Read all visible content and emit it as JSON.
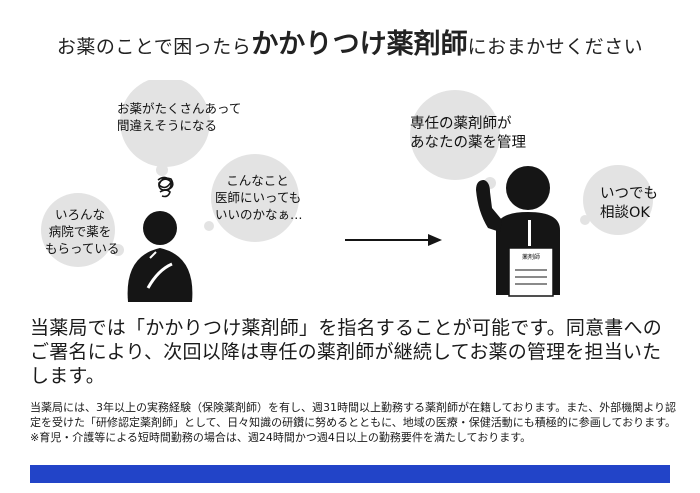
{
  "header": {
    "title_pre": "お薬のことで困ったら",
    "title_em": "かかりつけ薬剤師",
    "title_post": "におまかせください"
  },
  "bubbles": {
    "many_meds": "お薬がたくさんあって\n間違えそうになる",
    "multi_hospital": "いろんな\n病院で薬を\nもらっている",
    "ask_doctor": "こんなこと\n医師にいっても\nいいのかなぁ…",
    "dedicated": "専任の薬剤師が\nあなたの薬を管理",
    "anytime": "いつでも\n相談OK"
  },
  "badge": {
    "label": "薬剤師"
  },
  "main": {
    "text": "当薬局では「かかりつけ薬剤師」を指名することが可能です。同意書へのご署名により、次回以降は専任の薬剤師が継続してお薬の管理を担当いたします。"
  },
  "notes": {
    "line1": "当薬局には、3年以上の実務経験（保険薬剤師）を有し、週31時間以上勤務する薬剤師が在籍しております。また、外部機関より認定を受けた「研修認定薬剤師」として、日々知識の研鑽に努めるとともに、地域の医療・保健活動にも積極的に参画しております。",
    "line2": "※育児・介護等による短時間勤務の場合は、週24時間かつ週4日以上の勤務要件を満たしております。"
  },
  "colors": {
    "bubble_gray": "#e3e3e3",
    "figure": "#151515",
    "accent_bar": "#2244c8"
  },
  "icons": [
    "confused-patient-icon",
    "arrow-right-icon",
    "pharmacist-icon",
    "tangle-scribble-icon"
  ]
}
